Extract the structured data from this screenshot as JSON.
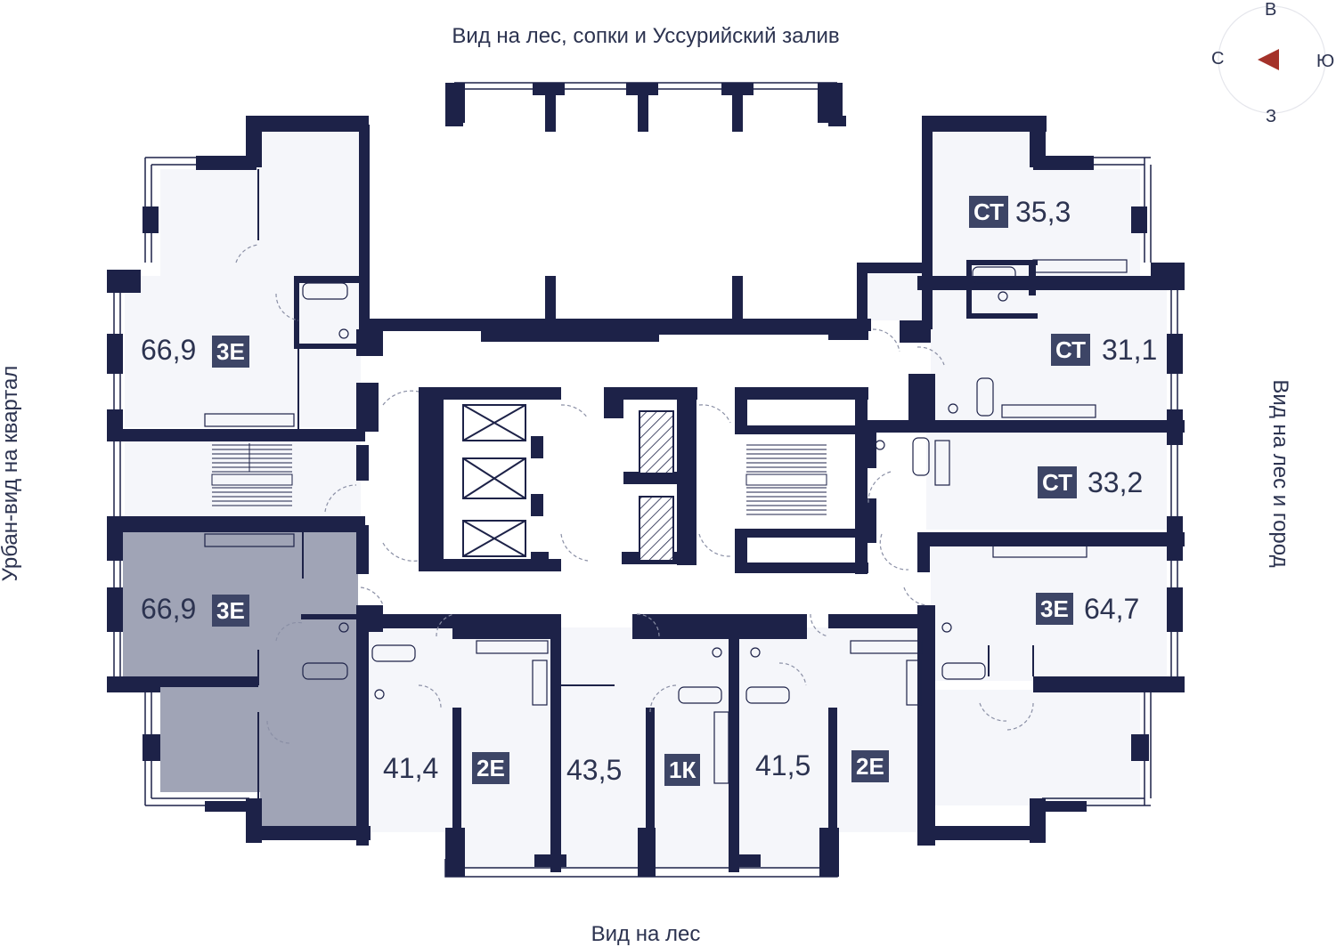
{
  "views": {
    "top": "Вид на лес, сопки и Уссурийский залив",
    "bottom": "Вид на лес",
    "left": "Урбан-вид на квартал",
    "right": "Вид на лес и город"
  },
  "compass": {
    "north_label": "В",
    "south_label": "З",
    "west_label": "С",
    "east_label": "Ю",
    "arrow_color": "#a4322a"
  },
  "colors": {
    "wall": "#1d2248",
    "room_fill": "#f5f6fa",
    "selected_fill": "#a0a4b6",
    "badge": "#3d4566"
  },
  "apartments": [
    {
      "id": "apt-nw",
      "area": "66,9",
      "type": "3Е",
      "selected": false
    },
    {
      "id": "apt-w",
      "area": "66,9",
      "type": "3Е",
      "selected": true
    },
    {
      "id": "apt-ne1",
      "area": "35,3",
      "type": "СТ",
      "selected": false
    },
    {
      "id": "apt-ne2",
      "area": "31,1",
      "type": "СТ",
      "selected": false
    },
    {
      "id": "apt-e",
      "area": "33,2",
      "type": "СТ",
      "selected": false
    },
    {
      "id": "apt-se",
      "area": "64,7",
      "type": "3Е",
      "selected": false
    },
    {
      "id": "apt-s1",
      "area": "41,4",
      "type": "2Е",
      "selected": false
    },
    {
      "id": "apt-s2",
      "area": "43,5",
      "type": "1К",
      "selected": false
    },
    {
      "id": "apt-s3",
      "area": "41,5",
      "type": "2Е",
      "selected": false
    }
  ]
}
